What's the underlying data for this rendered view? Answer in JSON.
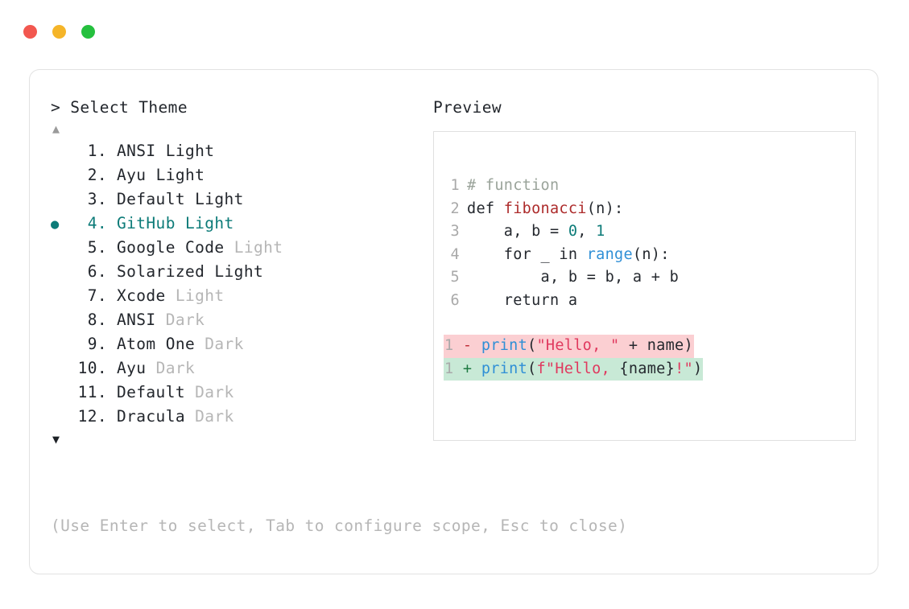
{
  "window": {
    "dots": [
      {
        "name": "close",
        "color": "#f2574f"
      },
      {
        "name": "minimize",
        "color": "#f5b529"
      },
      {
        "name": "maximize",
        "color": "#25c03e"
      }
    ]
  },
  "prompt": {
    "header": "> Select Theme",
    "scroll_up": "▲",
    "scroll_down": "▼",
    "selected_bullet": "●",
    "selected_index": 4,
    "help_text": "(Use Enter to select, Tab to configure scope, Esc to close)",
    "accent_color": "#0c7b78",
    "muted_color": "#b6b6b6"
  },
  "themes": [
    {
      "index": "1.",
      "name": "ANSI",
      "variant": "Light",
      "variant_muted": false,
      "selected": false
    },
    {
      "index": "2.",
      "name": "Ayu",
      "variant": "Light",
      "variant_muted": false,
      "selected": false
    },
    {
      "index": "3.",
      "name": "Default",
      "variant": "Light",
      "variant_muted": false,
      "selected": false
    },
    {
      "index": "4.",
      "name": "GitHub",
      "variant": "Light",
      "variant_muted": false,
      "selected": true
    },
    {
      "index": "5.",
      "name": "Google Code",
      "variant": "Light",
      "variant_muted": true,
      "selected": false
    },
    {
      "index": "6.",
      "name": "Solarized",
      "variant": "Light",
      "variant_muted": false,
      "selected": false
    },
    {
      "index": "7.",
      "name": "Xcode",
      "variant": "Light",
      "variant_muted": true,
      "selected": false
    },
    {
      "index": "8.",
      "name": "ANSI",
      "variant": "Dark",
      "variant_muted": true,
      "selected": false
    },
    {
      "index": "9.",
      "name": "Atom One",
      "variant": "Dark",
      "variant_muted": true,
      "selected": false
    },
    {
      "index": "10.",
      "name": "Ayu",
      "variant": "Dark",
      "variant_muted": true,
      "selected": false
    },
    {
      "index": "11.",
      "name": "Default",
      "variant": "Dark",
      "variant_muted": true,
      "selected": false
    },
    {
      "index": "12.",
      "name": "Dracula",
      "variant": "Dark",
      "variant_muted": true,
      "selected": false
    }
  ],
  "preview": {
    "label": "Preview",
    "code_lines": [
      {
        "lineno": "1",
        "tokens": [
          {
            "t": "# function",
            "k": "comment"
          }
        ]
      },
      {
        "lineno": "2",
        "tokens": [
          {
            "t": "def ",
            "k": "plain"
          },
          {
            "t": "fibonacci",
            "k": "func"
          },
          {
            "t": "(n):",
            "k": "plain"
          }
        ]
      },
      {
        "lineno": "3",
        "tokens": [
          {
            "t": "    a, b = ",
            "k": "plain"
          },
          {
            "t": "0",
            "k": "num"
          },
          {
            "t": ", ",
            "k": "plain"
          },
          {
            "t": "1",
            "k": "num"
          }
        ]
      },
      {
        "lineno": "4",
        "tokens": [
          {
            "t": "    for _ in ",
            "k": "plain"
          },
          {
            "t": "range",
            "k": "builtin"
          },
          {
            "t": "(n):",
            "k": "plain"
          }
        ]
      },
      {
        "lineno": "5",
        "tokens": [
          {
            "t": "        a, b = b, a + b",
            "k": "plain"
          }
        ]
      },
      {
        "lineno": "6",
        "tokens": [
          {
            "t": "    return a",
            "k": "plain"
          }
        ]
      }
    ],
    "diff_lines": [
      {
        "lineno": "1",
        "kind": "removed",
        "mark": "-",
        "tokens": [
          {
            "t": "print",
            "k": "builtin"
          },
          {
            "t": "(",
            "k": "plain"
          },
          {
            "t": "\"Hello, \"",
            "k": "string"
          },
          {
            "t": " + name)",
            "k": "plain"
          }
        ]
      },
      {
        "lineno": "1",
        "kind": "added",
        "mark": "+",
        "tokens": [
          {
            "t": "print",
            "k": "builtin"
          },
          {
            "t": "(",
            "k": "plain"
          },
          {
            "t": "f\"Hello, ",
            "k": "string"
          },
          {
            "t": "{name}",
            "k": "plain"
          },
          {
            "t": "!\"",
            "k": "string"
          },
          {
            "t": ")",
            "k": "plain"
          }
        ]
      }
    ],
    "colors": {
      "comment": "#9aa39a",
      "function": "#ad2b2b",
      "number": "#0c7b78",
      "builtin": "#2f8fd6",
      "string": "#e0395e",
      "diff_removed_bg": "#fbcfd2",
      "diff_added_bg": "#c8e9d6"
    }
  }
}
